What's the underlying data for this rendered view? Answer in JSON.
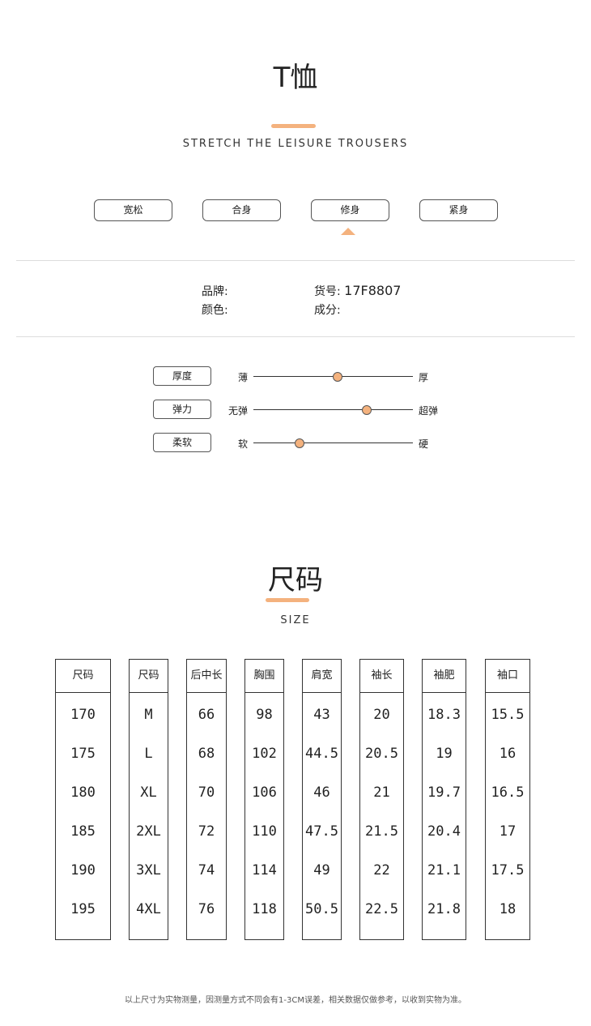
{
  "header": {
    "title": "T恤",
    "subtitle": "STRETCH THE LEISURE TROUSERS"
  },
  "fit_options": [
    {
      "label": "宽松"
    },
    {
      "label": "合身"
    },
    {
      "label": "修身",
      "selected": true
    },
    {
      "label": "紧身"
    }
  ],
  "info": {
    "brand_label": "品牌:",
    "brand_value": "",
    "color_label": "颜色:",
    "color_value": "",
    "item_label": "货号:",
    "item_value": "17F8807",
    "material_label": "成分:",
    "material_value": ""
  },
  "attributes": [
    {
      "name": "厚度",
      "left": "薄",
      "right": "厚",
      "value": 0.53
    },
    {
      "name": "弹力",
      "left": "无弹",
      "right": "超弹",
      "value": 0.71
    },
    {
      "name": "柔软",
      "left": "软",
      "right": "硬",
      "value": 0.29
    }
  ],
  "size_section": {
    "title": "尺码",
    "subtitle": "SIZE"
  },
  "size_table": {
    "columns": [
      {
        "header": "尺码",
        "values": [
          "170",
          "175",
          "180",
          "185",
          "190",
          "195"
        ]
      },
      {
        "header": "尺码",
        "values": [
          "M",
          "L",
          "XL",
          "2XL",
          "3XL",
          "4XL"
        ]
      },
      {
        "header": "后中长",
        "values": [
          "66",
          "68",
          "70",
          "72",
          "74",
          "76"
        ]
      },
      {
        "header": "胸围",
        "values": [
          "98",
          "102",
          "106",
          "110",
          "114",
          "118"
        ]
      },
      {
        "header": "肩宽",
        "values": [
          "43",
          "44.5",
          "46",
          "47.5",
          "49",
          "50.5"
        ]
      },
      {
        "header": "袖长",
        "values": [
          "20",
          "20.5",
          "21",
          "21.5",
          "22",
          "22.5"
        ]
      },
      {
        "header": "袖肥",
        "values": [
          "18.3",
          "19",
          "19.7",
          "20.4",
          "21.1",
          "21.8"
        ]
      },
      {
        "header": "袖口",
        "values": [
          "15.5",
          "16",
          "16.5",
          "17",
          "17.5",
          "18"
        ]
      }
    ]
  },
  "note": "以上尺寸为实物测量，因测量方式不同会有1-3CM误差，相关数据仅做参考，以收到实物为准。",
  "colors": {
    "accent": "#f4b27e"
  }
}
